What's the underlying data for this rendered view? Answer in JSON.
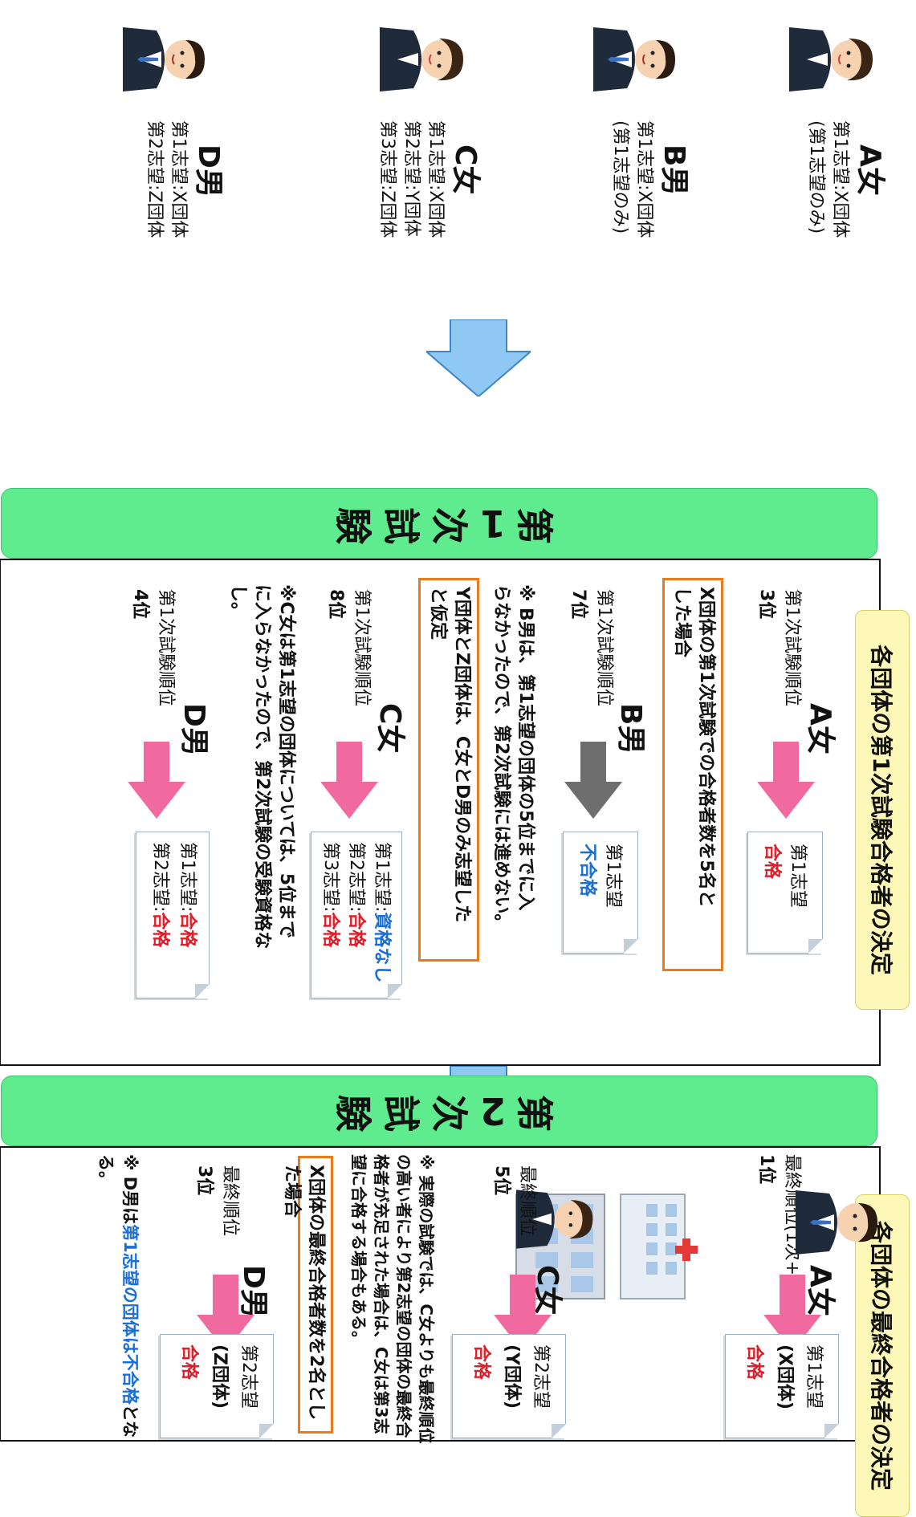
{
  "applicants": [
    {
      "name": "A女",
      "lines": [
        "第1志望:X団体",
        "(第1志望のみ)"
      ]
    },
    {
      "name": "B男",
      "lines": [
        "第1志望:X団体",
        "(第1志望のみ)"
      ]
    },
    {
      "name": "C女",
      "lines": [
        "第1志望:X団体",
        "第2志望:Y団体",
        "第3志望:Z団体"
      ]
    },
    {
      "name": "D男",
      "lines": [
        "第1志望:X団体",
        "第2志望:Z団体"
      ]
    }
  ],
  "phase1": {
    "label": "第1次試験"
  },
  "phase2": {
    "label": "第2次試験"
  },
  "section1": {
    "title": "各団体の第1次試験合格者の決定",
    "a": {
      "name": "A女",
      "rank_label": "第1次試験順位",
      "rank": "3位",
      "card": [
        "第1志望",
        "合格"
      ]
    },
    "b": {
      "name": "B男",
      "rank_label": "第1次試験順位",
      "rank": "7位",
      "card": [
        "第1志望",
        "不合格"
      ]
    },
    "c": {
      "name": "C女",
      "rank_label": "第1次試験順位",
      "rank": "8位",
      "card": [
        {
          "label": "第1志望:",
          "value": "資格なし"
        },
        {
          "label": "第2志望:",
          "value": "合格"
        },
        {
          "label": "第3志望:",
          "value": "合格"
        }
      ]
    },
    "d": {
      "name": "D男",
      "rank_label": "第1次試験順位",
      "rank": "4位",
      "card": [
        {
          "label": "第1志望:",
          "value": "合格"
        },
        {
          "label": "第2志望:",
          "value": "合格"
        }
      ]
    },
    "x_assumption": [
      "X団体の第1次試験での合格者数を5名と",
      "した場合"
    ],
    "b_note": [
      "※ B男は、第1志望の団体の5位までに入",
      "らなかったので、第2次試験には進めない。"
    ],
    "yz_assumption": [
      "Y団体とZ団体は、C女とD男のみ志望した",
      "と仮定"
    ],
    "c_note": [
      "※C女は第1志望の団体については、5位まで",
      "に入らなかったので、第2次試験の受験資格な",
      "し。"
    ]
  },
  "section2": {
    "title": "各団体の最終合格者の決定",
    "a": {
      "name": "A女",
      "rank_label": "最終順位(1次+2次)",
      "rank": "1位",
      "card": [
        "第1志望",
        "(X団体)",
        "合格"
      ]
    },
    "c": {
      "name": "C女",
      "rank_label": "最終順位",
      "rank": "5位",
      "card": [
        "第2志望",
        "(Y団体)",
        "合格"
      ]
    },
    "d": {
      "name": "D男",
      "rank_label": "最終順位",
      "rank": "3位",
      "card": [
        "第2志望",
        "(Z団体)",
        "合格"
      ]
    },
    "note": [
      "※ 実際の試験では、C女よりも最終順位",
      "の高い者により第2志望の団体の最終合",
      "格者が充足された場合は、C女は第3志",
      "望に合格する場合もある。"
    ],
    "x_final": "X団体の最終合格者数を2名とした場合",
    "d_note_prefix": "※ D男は",
    "d_note_highlight": "第1志望の団体は不合格",
    "d_note_suffix": "となる。"
  },
  "colors": {
    "phase": "#5eec8e",
    "up_arrow": "#8fc8f2",
    "pink_arrow": "#f06aa0",
    "gray_arrow": "#6e6e6e",
    "orange": "#e87b1e",
    "yellow": "#fdf8b8",
    "pass": "#e01e2a",
    "fail": "#1a6fd6"
  }
}
